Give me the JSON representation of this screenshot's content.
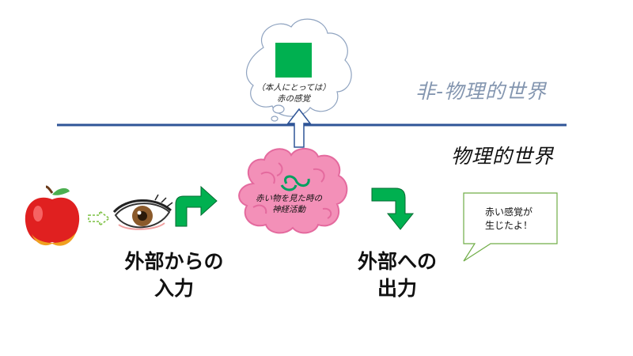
{
  "labels": {
    "non_physical_world": "非-物理的世界",
    "physical_world": "物理的世界"
  },
  "thought_bubble": {
    "line1": "（本人にとっては）",
    "line2": "赤の感覚",
    "square_color": "#00b050"
  },
  "brain": {
    "line1": "赤い物を見た時の",
    "line2": "神経活動",
    "color": "#f390b8"
  },
  "input_label": {
    "line1": "外部からの",
    "line2": "入力"
  },
  "output_label": {
    "line1": "外部への",
    "line2": "出力"
  },
  "speech_bubble": {
    "line1": "赤い感覚が",
    "line2": "生じたよ！",
    "border_color": "#70ad47"
  },
  "colors": {
    "divider": "#2f5597",
    "arrow_green": "#00b050",
    "up_arrow": "#2f5597",
    "apple": "#e02020"
  },
  "icons": [
    "apple-icon",
    "eye-icon",
    "brain-icon",
    "arrow-icon"
  ]
}
